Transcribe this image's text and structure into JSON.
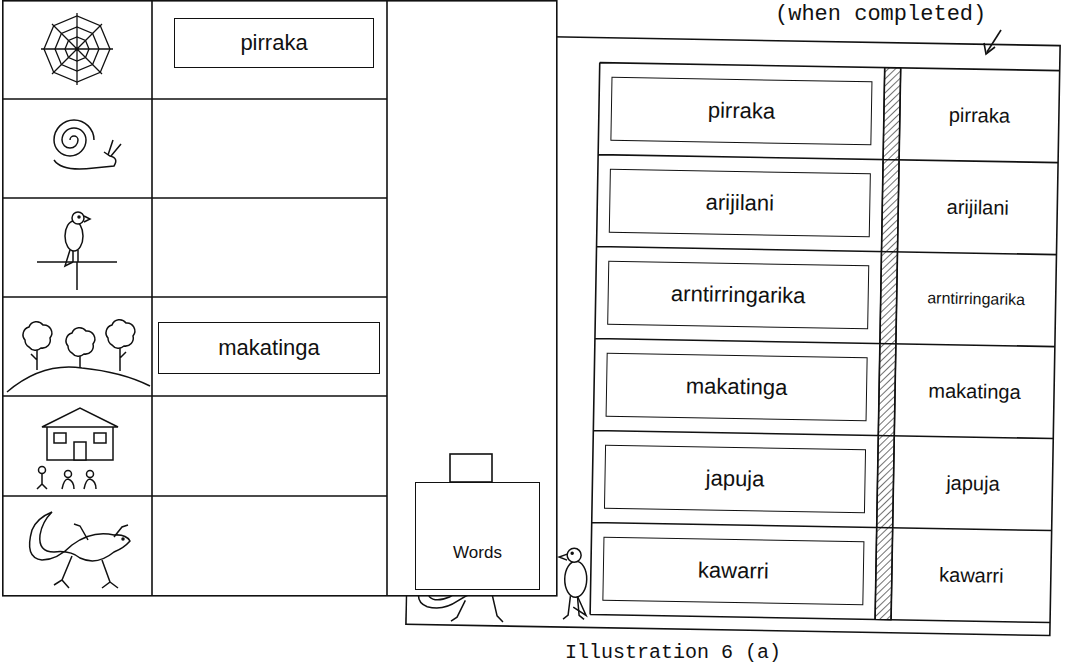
{
  "diagram": {
    "caption": "Illustration 6 (a)",
    "nodes": [
      {
        "text": [
          "pirraka"
        ]
      },
      {
        "text": [
          "makatinga"
        ]
      },
      {
        "text": [
          "Words"
        ]
      },
      {
        "text": [
          "pirraka"
        ]
      },
      {
        "text": [
          "pirraka"
        ]
      },
      {
        "text": [
          "arijilani"
        ]
      },
      {
        "text": [
          "arijilani"
        ]
      },
      {
        "text": [
          "arntirringarika"
        ]
      },
      {
        "text": [
          "arntirringarika"
        ]
      },
      {
        "text": [
          "makatinga"
        ]
      },
      {
        "text": [
          "makatinga"
        ]
      },
      {
        "text": [
          "japuja"
        ]
      },
      {
        "text": [
          "japuja"
        ]
      },
      {
        "text": [
          "kawarri"
        ]
      },
      {
        "text": [
          "kawarri"
        ]
      }
    ],
    "labels": [
      "(when completed)"
    ]
  }
}
